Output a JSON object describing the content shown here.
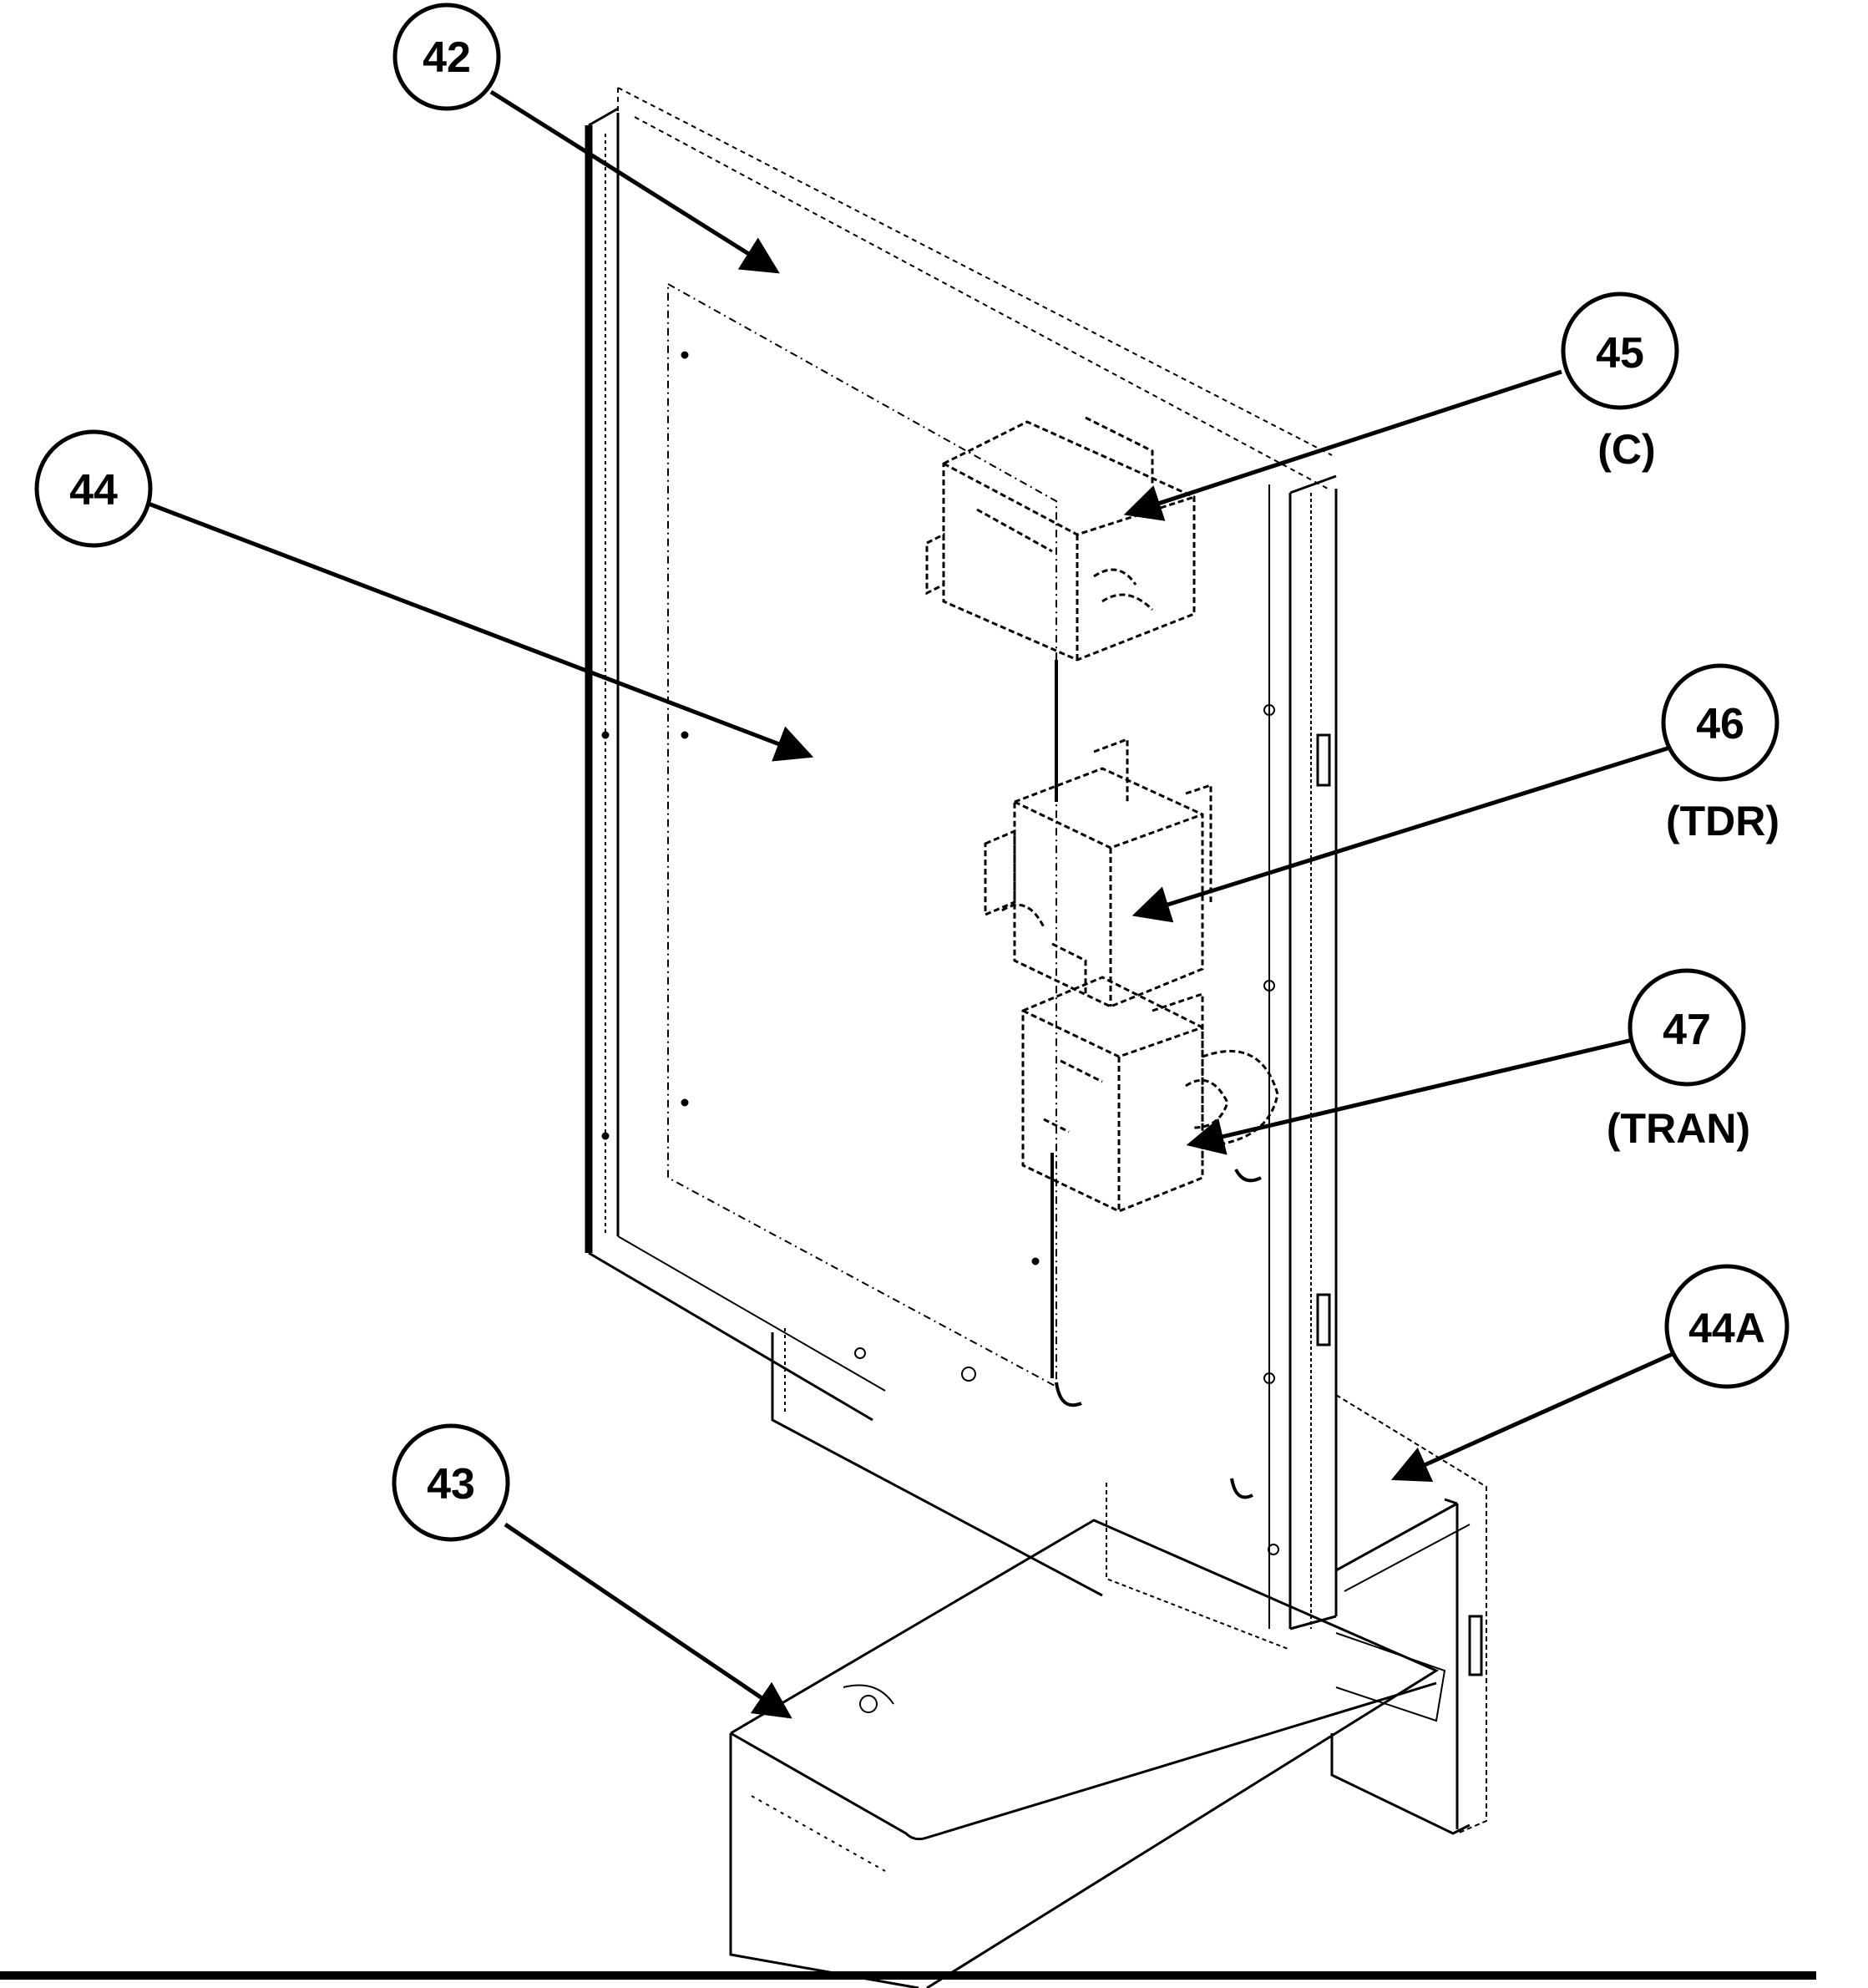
{
  "callouts": {
    "c42": {
      "number": "42",
      "label": ""
    },
    "c44": {
      "number": "44",
      "label": ""
    },
    "c45": {
      "number": "45",
      "label": "(C)"
    },
    "c46": {
      "number": "46",
      "label": "(TDR)"
    },
    "c47": {
      "number": "47",
      "label": "(TRAN)"
    },
    "c44a": {
      "number": "44A",
      "label": ""
    },
    "c43": {
      "number": "43",
      "label": ""
    }
  },
  "colors": {
    "ink": "#000000",
    "paper": "#ffffff"
  }
}
